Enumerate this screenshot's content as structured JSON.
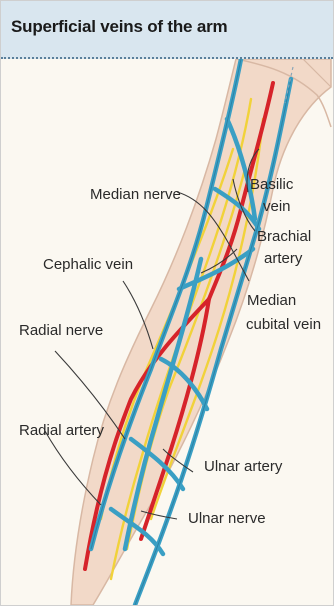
{
  "header": {
    "title": "Superficial veins of the arm"
  },
  "labels": {
    "median_nerve": "Median nerve",
    "basilic_vein_line1": "Basilic",
    "basilic_vein_line2": "vein",
    "cephalic_vein": "Cephalic vein",
    "brachial_artery_line1": "Brachial",
    "brachial_artery_line2": "artery",
    "radial_nerve": "Radial nerve",
    "median_cubital_vein_line1": "Median",
    "median_cubital_vein_line2": "cubital vein",
    "radial_artery": "Radial artery",
    "ulnar_artery": "Ulnar artery",
    "ulnar_nerve": "Ulnar nerve"
  },
  "colors": {
    "skin": "#f2d9c8",
    "skin_edge": "#d8b8a4",
    "vein": "#3a9fc4",
    "vein_dark": "#226f91",
    "artery": "#d6232a",
    "nerve": "#f1d23a",
    "leader": "#3a3a3a"
  }
}
